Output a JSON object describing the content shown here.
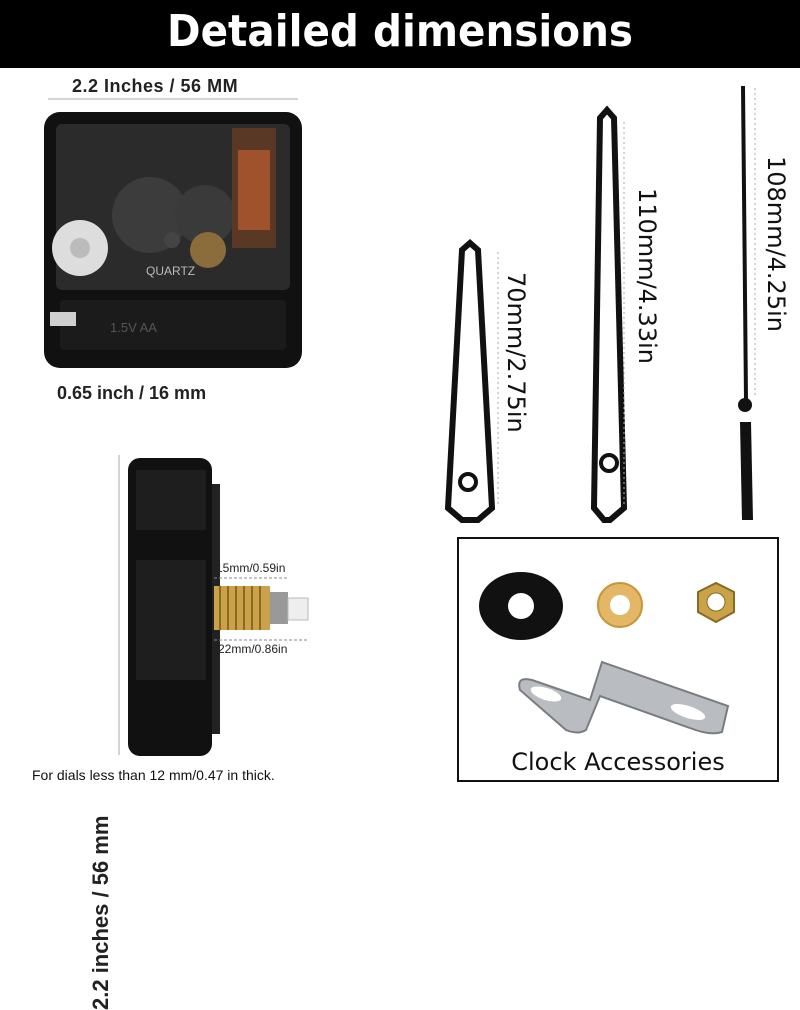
{
  "title": "Detailed dimensions",
  "dimensions": {
    "width": "2.2 Inches / 56 MM",
    "depth": "0.65 inch / 16 mm",
    "height": "2.2 inches / 56 mm",
    "shaft_thread": "15mm/0.59in",
    "shaft_total": "22mm/0.86in",
    "dial_note": "For dials less than 12 mm/0.47 in thick."
  },
  "movement_markings": {
    "battery": "1.5V AA",
    "brand": "QUARTZ"
  },
  "hands": {
    "hour": "70mm/2.75in",
    "minute": "110mm/4.33in",
    "second": "108mm/4.25in"
  },
  "accessories": {
    "label": "Clock Accessories"
  },
  "colors": {
    "banner": "#000000",
    "brass": "#c9a24a",
    "metal": "#b9bcc0"
  }
}
